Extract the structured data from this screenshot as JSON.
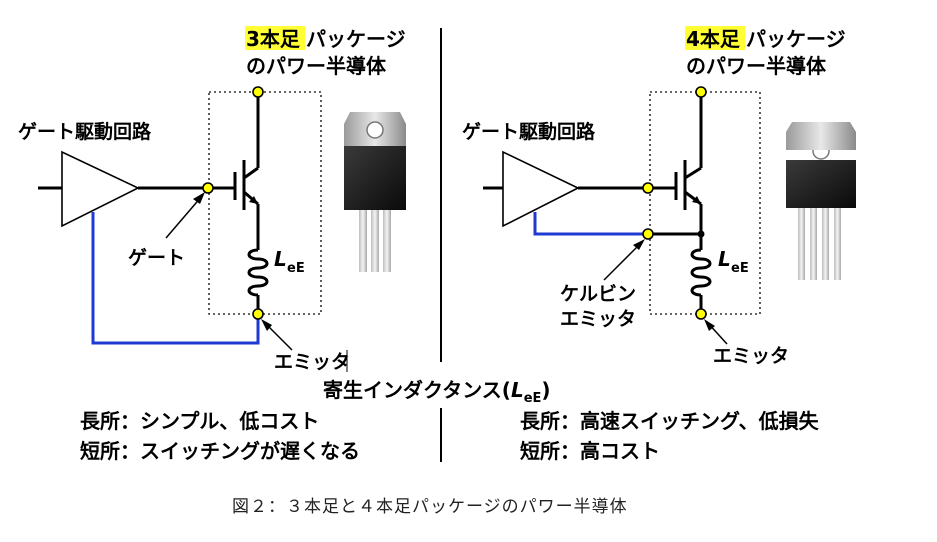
{
  "left": {
    "pin_count_label": "3本足",
    "title_line1_rest": "パッケージ",
    "title_line2": "のパワー半導体",
    "driver_label": "ゲート駆動回路",
    "gate_label": "ゲート",
    "emitter_label": "エミッタ",
    "inductance_symbol": "L",
    "inductance_sub": "eE"
  },
  "right": {
    "pin_count_label": "4本足",
    "title_line1_rest": "パッケージ",
    "title_line2": "のパワー半導体",
    "driver_label": "ゲート駆動回路",
    "kelvin_line1": "ケルビン",
    "kelvin_line2": "エミッタ",
    "emitter_label": "エミッタ",
    "inductance_symbol": "L",
    "inductance_sub": "eE"
  },
  "center_label": "寄生インダクタンス(",
  "center_label_symbol": "L",
  "center_label_sub": "eE",
  "center_label_close": ")",
  "pros_left": "長所：シンプル、低コスト",
  "cons_left": "短所：スイッチングが遅くなる",
  "pros_right": "長所：高速スイッチング、低損失",
  "cons_right": "短所：高コスト",
  "caption": "図２：３本足と４本足パッケージのパワー半導体",
  "colors": {
    "highlight": "#ffff33",
    "kelvin_wire": "#1f3ad0",
    "node": "#ffff00"
  }
}
